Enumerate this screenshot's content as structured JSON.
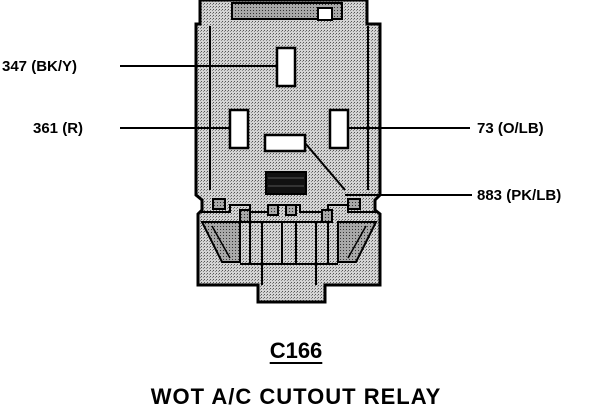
{
  "colors": {
    "ink": "#000000",
    "shading": "#c8c8c8",
    "background": "#ffffff"
  },
  "pins": [
    {
      "circuit": "347 (BK/Y)"
    },
    {
      "circuit": "361 (R)"
    },
    {
      "circuit": "73 (O/LB)"
    },
    {
      "circuit": "883 (PK/LB)"
    }
  ],
  "connector": {
    "id": "C166",
    "title": "WOT A/C CUTOUT RELAY"
  }
}
